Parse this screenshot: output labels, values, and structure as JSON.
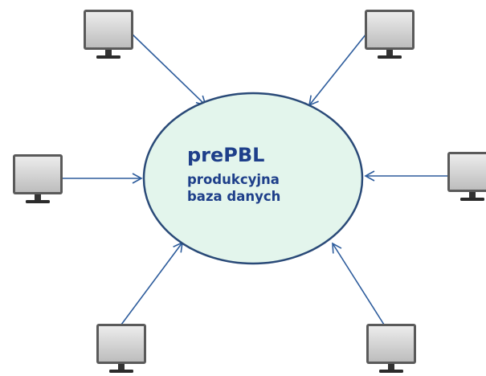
{
  "database": {
    "name": "prePBL",
    "line1": "produkcyjna",
    "line2": "baza danych"
  },
  "colors": {
    "ellipse_fill": "#e3f5ec",
    "ellipse_stroke": "#2a4a78",
    "arrow": "#2d5c9c",
    "text": "#1e3f8a",
    "monitor_bezel": "#555555",
    "monitor_screen": "#d4d4d4"
  },
  "icons": [
    "monitor-icon"
  ],
  "clients": [
    {
      "id": "top-left"
    },
    {
      "id": "top-right"
    },
    {
      "id": "middle-left"
    },
    {
      "id": "middle-right"
    },
    {
      "id": "bottom-left"
    },
    {
      "id": "bottom-right"
    }
  ]
}
